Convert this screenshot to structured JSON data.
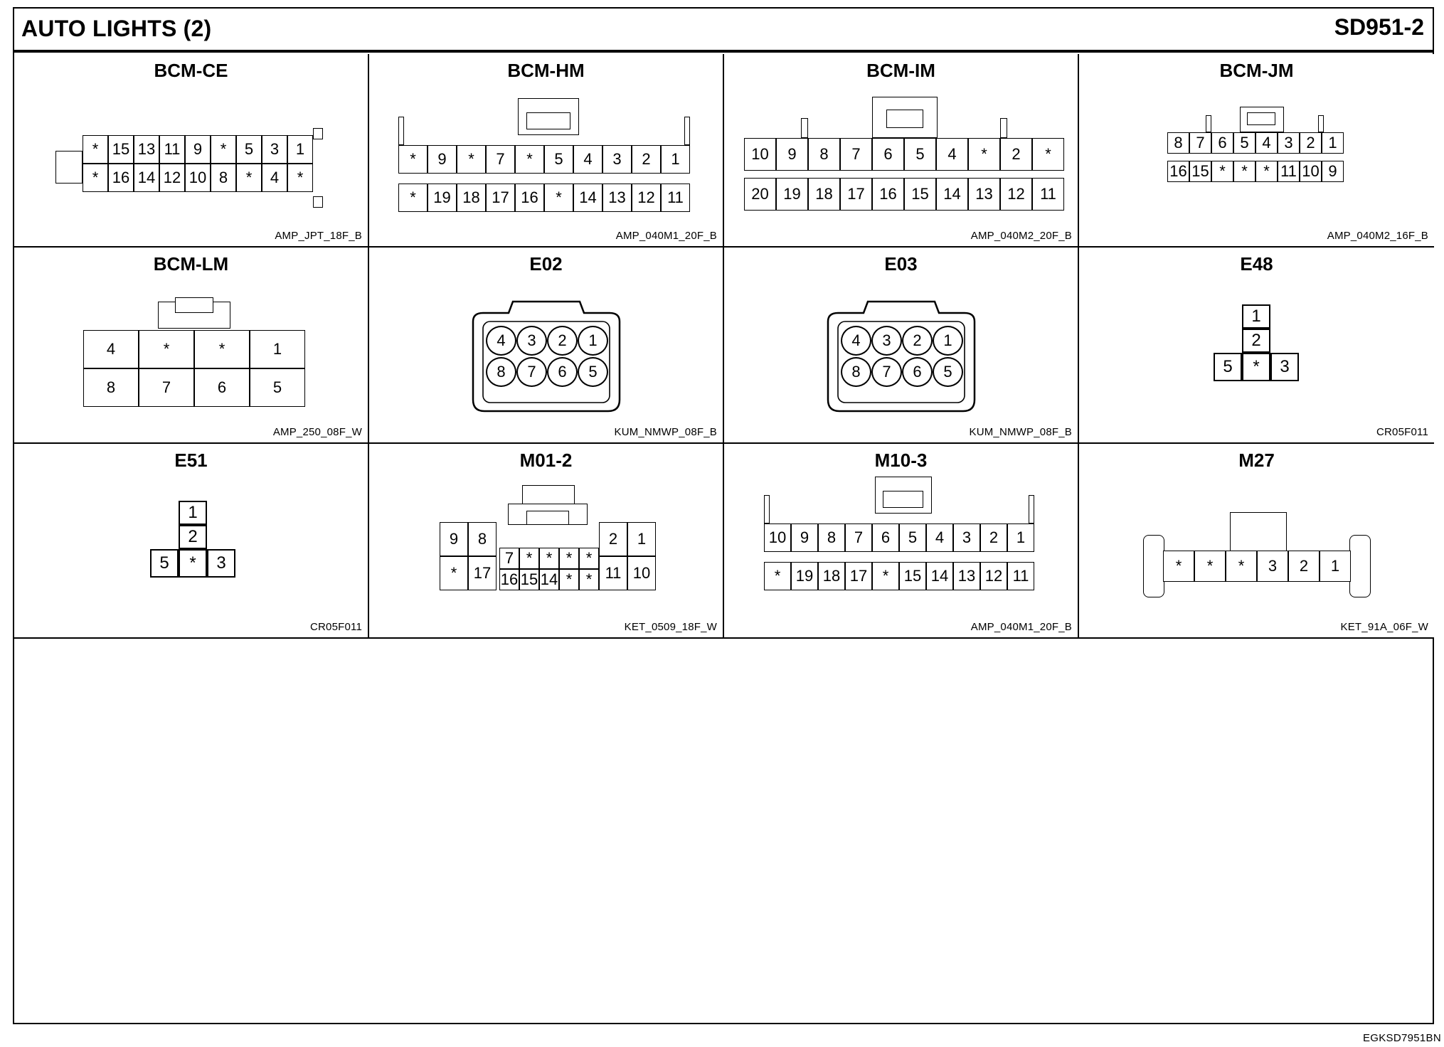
{
  "header": {
    "title": "AUTO LIGHTS (2)",
    "code": "SD951-2"
  },
  "footer_ref": "EGKSD7951BN",
  "connectors": [
    {
      "name": "BCM-CE",
      "part": "AMP_JPT_18F_B",
      "rows": [
        [
          "*",
          "15",
          "13",
          "11",
          "9",
          "*",
          "5",
          "3",
          "1"
        ],
        [
          "*",
          "16",
          "14",
          "12",
          "10",
          "8",
          "*",
          "4",
          "*"
        ]
      ]
    },
    {
      "name": "BCM-HM",
      "part": "AMP_040M1_20F_B",
      "rows": [
        [
          "*",
          "9",
          "*",
          "7",
          "*",
          "5",
          "4",
          "3",
          "2",
          "1"
        ],
        [
          "*",
          "19",
          "18",
          "17",
          "16",
          "*",
          "14",
          "13",
          "12",
          "11"
        ]
      ]
    },
    {
      "name": "BCM-IM",
      "part": "AMP_040M2_20F_B",
      "rows": [
        [
          "10",
          "9",
          "8",
          "7",
          "6",
          "5",
          "4",
          "*",
          "2",
          "*"
        ],
        [
          "20",
          "19",
          "18",
          "17",
          "16",
          "15",
          "14",
          "13",
          "12",
          "11"
        ]
      ]
    },
    {
      "name": "BCM-JM",
      "part": "AMP_040M2_16F_B",
      "rows": [
        [
          "8",
          "7",
          "6",
          "5",
          "4",
          "3",
          "2",
          "1"
        ],
        [
          "16",
          "15",
          "*",
          "*",
          "*",
          "11",
          "10",
          "9"
        ]
      ]
    },
    {
      "name": "BCM-LM",
      "part": "AMP_250_08F_W",
      "rows": [
        [
          "4",
          "*",
          "*",
          "1"
        ],
        [
          "8",
          "7",
          "6",
          "5"
        ]
      ]
    },
    {
      "name": "E02",
      "part": "KUM_NMWP_08F_B",
      "rows": [
        [
          "4",
          "3",
          "2",
          "1"
        ],
        [
          "8",
          "7",
          "6",
          "5"
        ]
      ]
    },
    {
      "name": "E03",
      "part": "KUM_NMWP_08F_B",
      "rows": [
        [
          "4",
          "3",
          "2",
          "1"
        ],
        [
          "8",
          "7",
          "6",
          "5"
        ]
      ]
    },
    {
      "name": "E48",
      "part": "CR05F011",
      "rows": [
        [
          "1"
        ],
        [
          "2"
        ],
        [
          "5",
          "*",
          "3"
        ]
      ]
    },
    {
      "name": "E51",
      "part": "CR05F011",
      "rows": [
        [
          "1"
        ],
        [
          "2"
        ],
        [
          "5",
          "*",
          "3"
        ]
      ]
    },
    {
      "name": "M01-2",
      "part": "KET_0509_18F_W",
      "pins": [
        "9",
        "8",
        "2",
        "1",
        "7",
        "*",
        "*",
        "*",
        "*",
        "*",
        "17",
        "11",
        "10",
        "16",
        "15",
        "14",
        "*",
        "*"
      ]
    },
    {
      "name": "M10-3",
      "part": "AMP_040M1_20F_B",
      "rows": [
        [
          "10",
          "9",
          "8",
          "7",
          "6",
          "5",
          "4",
          "3",
          "2",
          "1"
        ],
        [
          "*",
          "19",
          "18",
          "17",
          "*",
          "15",
          "14",
          "13",
          "12",
          "11"
        ]
      ]
    },
    {
      "name": "M27",
      "part": "KET_91A_06F_W",
      "rows": [
        [
          "*",
          "*",
          "*",
          "3",
          "2",
          "1"
        ]
      ]
    }
  ]
}
